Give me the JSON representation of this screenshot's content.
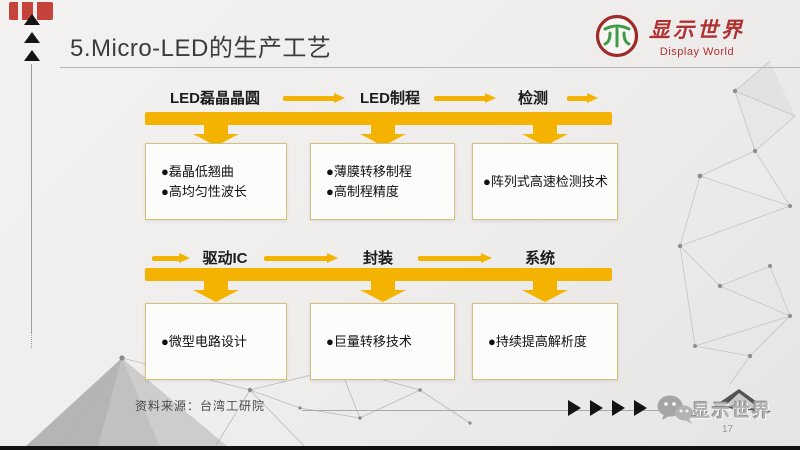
{
  "slide": {
    "title": "5.Micro-LED的生产工艺",
    "source": "资料来源：台湾工研院",
    "page_number": "17"
  },
  "logo": {
    "name_cn": "显示世界",
    "name_en": "Display World"
  },
  "footer": {
    "brand_watermark": "显示世界"
  },
  "flow": {
    "rows": [
      {
        "steps": [
          {
            "label": "LED磊晶晶圆"
          },
          {
            "label": "LED制程"
          },
          {
            "label": "检测"
          }
        ],
        "boxes": [
          {
            "items": [
              "●磊晶低翘曲",
              "●高均匀性波长"
            ]
          },
          {
            "items": [
              "●薄膜转移制程",
              "●高制程精度"
            ]
          },
          {
            "items": [
              "●阵列式高速检测技术"
            ]
          }
        ]
      },
      {
        "steps": [
          {
            "label": "驱动IC"
          },
          {
            "label": "封装"
          },
          {
            "label": "系统"
          }
        ],
        "boxes": [
          {
            "items": [
              "●微型电路设计"
            ]
          },
          {
            "items": [
              "●巨量转移技术"
            ]
          },
          {
            "items": [
              "●持续提高解析度"
            ]
          }
        ]
      }
    ]
  },
  "colors": {
    "accent_gold": "#F3B300",
    "box_border": "#D6C17C",
    "brand_red": "#B03130",
    "logo_green": "#3E9C47"
  }
}
